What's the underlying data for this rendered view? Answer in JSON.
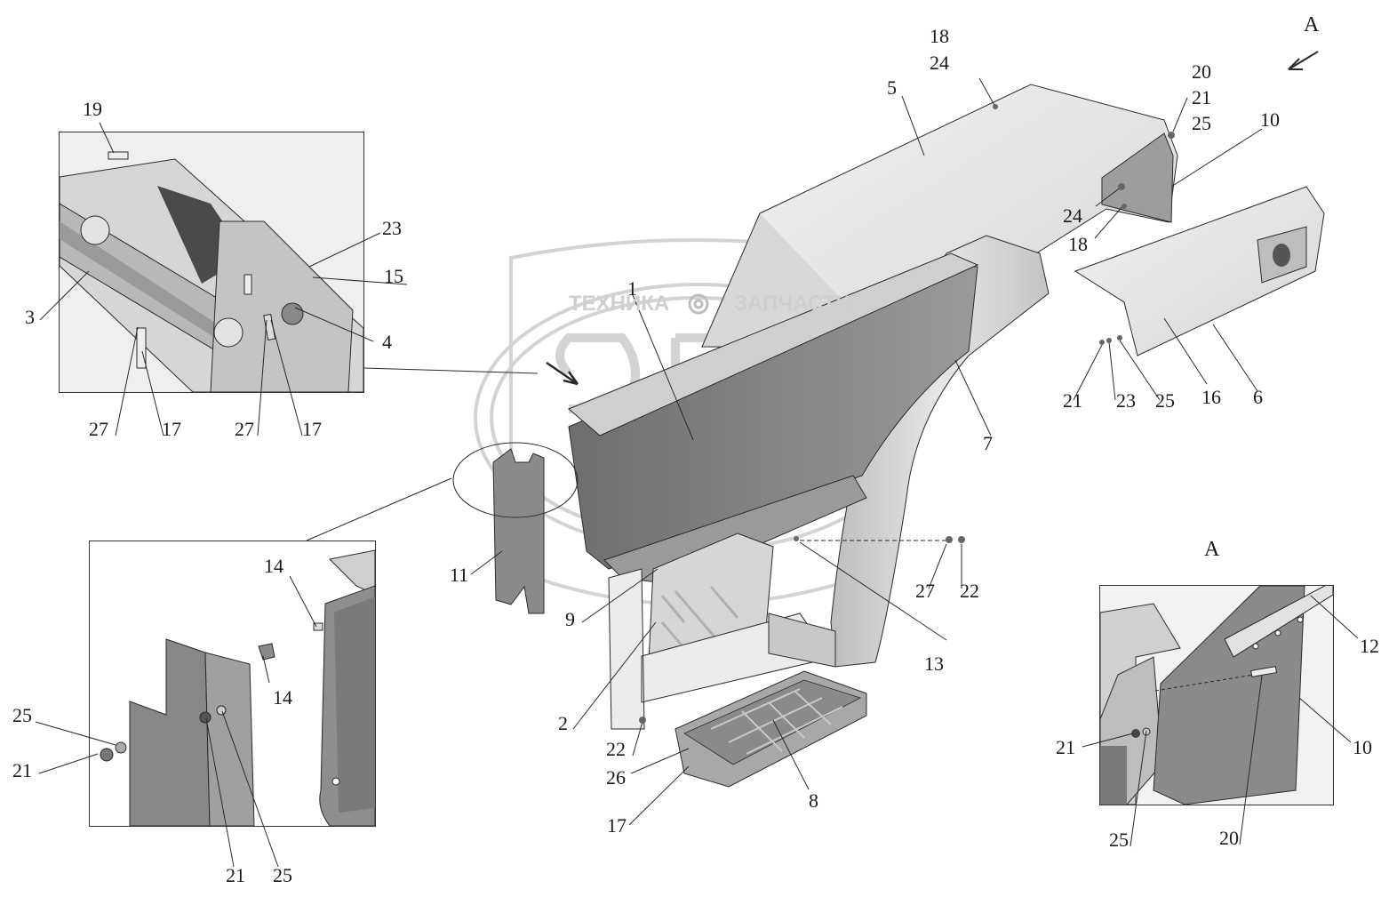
{
  "view_marker": "A",
  "watermark": {
    "brand_left": "ТЕХНИКА",
    "brand_right": "ЗАПЧАСТИ"
  },
  "labels": {
    "main": [
      "1",
      "2",
      "5",
      "6",
      "7",
      "8",
      "9",
      "10",
      "11",
      "13",
      "16",
      "17",
      "18",
      "21",
      "22",
      "23",
      "24",
      "25",
      "26",
      "27"
    ],
    "n18a": "18",
    "n24a": "24",
    "n20a": "20",
    "n21a": "21",
    "n25a": "25",
    "inset_top_left": [
      "19",
      "23",
      "15",
      "3",
      "4",
      "27",
      "17",
      "27",
      "17"
    ],
    "inset_bottom_left": [
      "14",
      "14",
      "25",
      "21",
      "21",
      "25"
    ],
    "inset_a_title": "A",
    "inset_a": [
      "12",
      "21",
      "10",
      "25",
      "20"
    ]
  },
  "colors": {
    "stroke": "#2a2a2a",
    "panel_light": "#e9e9e9",
    "panel_mid": "#cfcfcf",
    "panel_dark": "#8e8e8e",
    "watermark": "#c8c8c8"
  }
}
